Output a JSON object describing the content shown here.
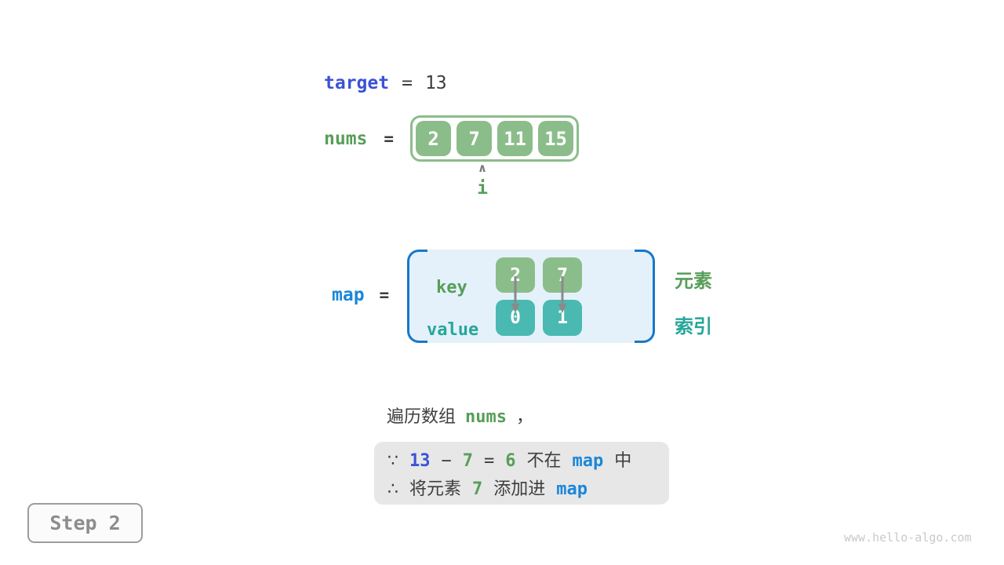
{
  "palette": {
    "royal_blue": "#3b52d6",
    "bright_blue": "#1a87d9",
    "green_text": "#579e58",
    "green_box": "#8bbd8b",
    "teal_text": "#26a69a",
    "teal_box": "#4ab9b1",
    "dark_text": "#3d3d3d",
    "map_panel_bg": "#e4f1fa",
    "map_bracket": "#1878c8",
    "reason_box_bg": "#e7e7e7"
  },
  "target_line": {
    "name": "target",
    "equals": "=",
    "value": "13"
  },
  "nums_line": {
    "name": "nums",
    "equals": "=",
    "values": [
      "2",
      "7",
      "11",
      "15"
    ],
    "pointer_glyph": "∧",
    "index_label": "i"
  },
  "map_line": {
    "name": "map",
    "equals": "=",
    "key_label": "key",
    "value_label": "value",
    "entries": [
      {
        "key": "2",
        "value": "0"
      },
      {
        "key": "7",
        "value": "1"
      }
    ],
    "side_label_element": "元素",
    "side_label_index": "索引"
  },
  "iterate_line": {
    "prefix": "遍历数组",
    "code": "nums",
    "comma": "，"
  },
  "reason_box": {
    "line1": {
      "because": "∵",
      "target": "13",
      "minus": "−",
      "num": "7",
      "equals": "=",
      "diff": "6",
      "not_in": "不在",
      "map": "map",
      "in_suffix": "中"
    },
    "line2": {
      "therefore": "∴",
      "add_prefix": "将元素",
      "num": "7",
      "add_suffix": "添加进",
      "map": "map"
    }
  },
  "step_badge": {
    "label": "Step 2"
  },
  "watermark": "www.hello-algo.com"
}
